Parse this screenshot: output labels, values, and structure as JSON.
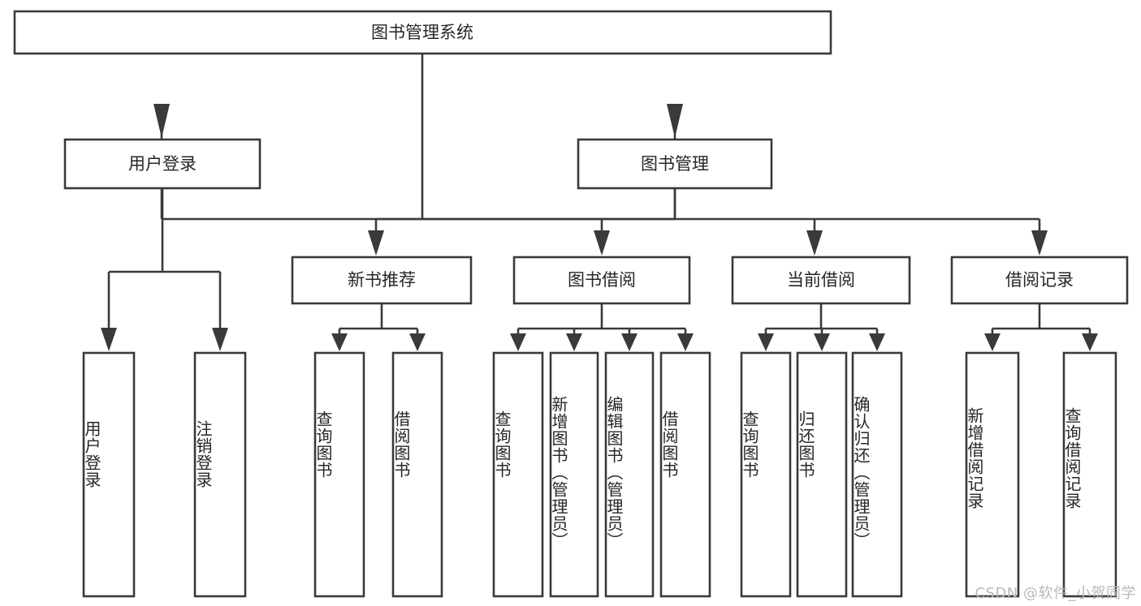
{
  "diagram": {
    "title": "图书管理系统",
    "type": "tree",
    "root": {
      "id": "root",
      "label": "图书管理系统",
      "level": 0
    },
    "level1": [
      {
        "id": "user-login",
        "label": "用户登录"
      },
      {
        "id": "book-manage",
        "label": "图书管理"
      }
    ],
    "level2": [
      {
        "id": "new-book-recommend",
        "label": "新书推荐",
        "parent": "book-manage"
      },
      {
        "id": "book-borrow",
        "label": "图书借阅",
        "parent": "book-manage"
      },
      {
        "id": "current-borrow",
        "label": "当前借阅",
        "parent": "book-manage"
      },
      {
        "id": "borrow-record",
        "label": "借阅记录",
        "parent": "book-manage"
      }
    ],
    "leaves": [
      {
        "id": "leaf-user-login",
        "label": "用户登录",
        "parent": "user-login"
      },
      {
        "id": "leaf-logout-login",
        "label": "注销登录",
        "parent": "user-login"
      },
      {
        "id": "leaf-query-book-1",
        "label": "查询图书",
        "parent": "new-book-recommend"
      },
      {
        "id": "leaf-borrow-book-1",
        "label": "借阅图书",
        "parent": "new-book-recommend"
      },
      {
        "id": "leaf-query-book-2",
        "label": "查询图书",
        "parent": "book-borrow"
      },
      {
        "id": "leaf-add-book",
        "label": "新增图书（管理员）",
        "parent": "book-borrow"
      },
      {
        "id": "leaf-edit-book",
        "label": "编辑图书（管理员）",
        "parent": "book-borrow"
      },
      {
        "id": "leaf-borrow-book-2",
        "label": "借阅图书",
        "parent": "book-borrow"
      },
      {
        "id": "leaf-query-book-3",
        "label": "查询图书",
        "parent": "current-borrow"
      },
      {
        "id": "leaf-return-book",
        "label": "归还图书",
        "parent": "current-borrow"
      },
      {
        "id": "leaf-confirm-return",
        "label": "确认归还（管理员）",
        "parent": "current-borrow"
      },
      {
        "id": "leaf-add-record",
        "label": "新增借阅记录",
        "parent": "borrow-record"
      },
      {
        "id": "leaf-query-record",
        "label": "查询借阅记录",
        "parent": "borrow-record"
      }
    ],
    "colors": {
      "stroke": "#3a3a3a",
      "fill": "#ffffff",
      "text": "#262626",
      "watermark": "#b9b9b9"
    }
  },
  "watermark": {
    "text": "CSDN @软件_小贺同学"
  }
}
